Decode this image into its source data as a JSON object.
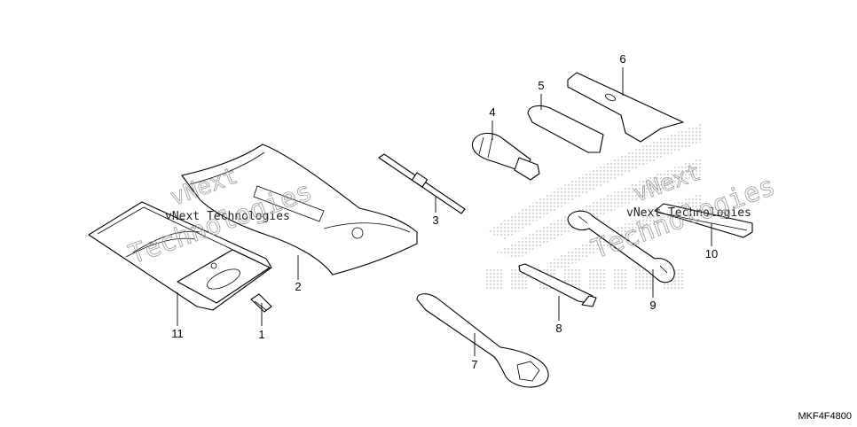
{
  "diagram": {
    "reference_code": "MKF4F4800",
    "watermark_text": "vNext Technologies",
    "watermark_word_1": "vNext",
    "watermark_word_2": "Technologies",
    "callouts": [
      "1",
      "2",
      "3",
      "4",
      "5",
      "6",
      "7",
      "8",
      "9",
      "10",
      "11"
    ]
  }
}
